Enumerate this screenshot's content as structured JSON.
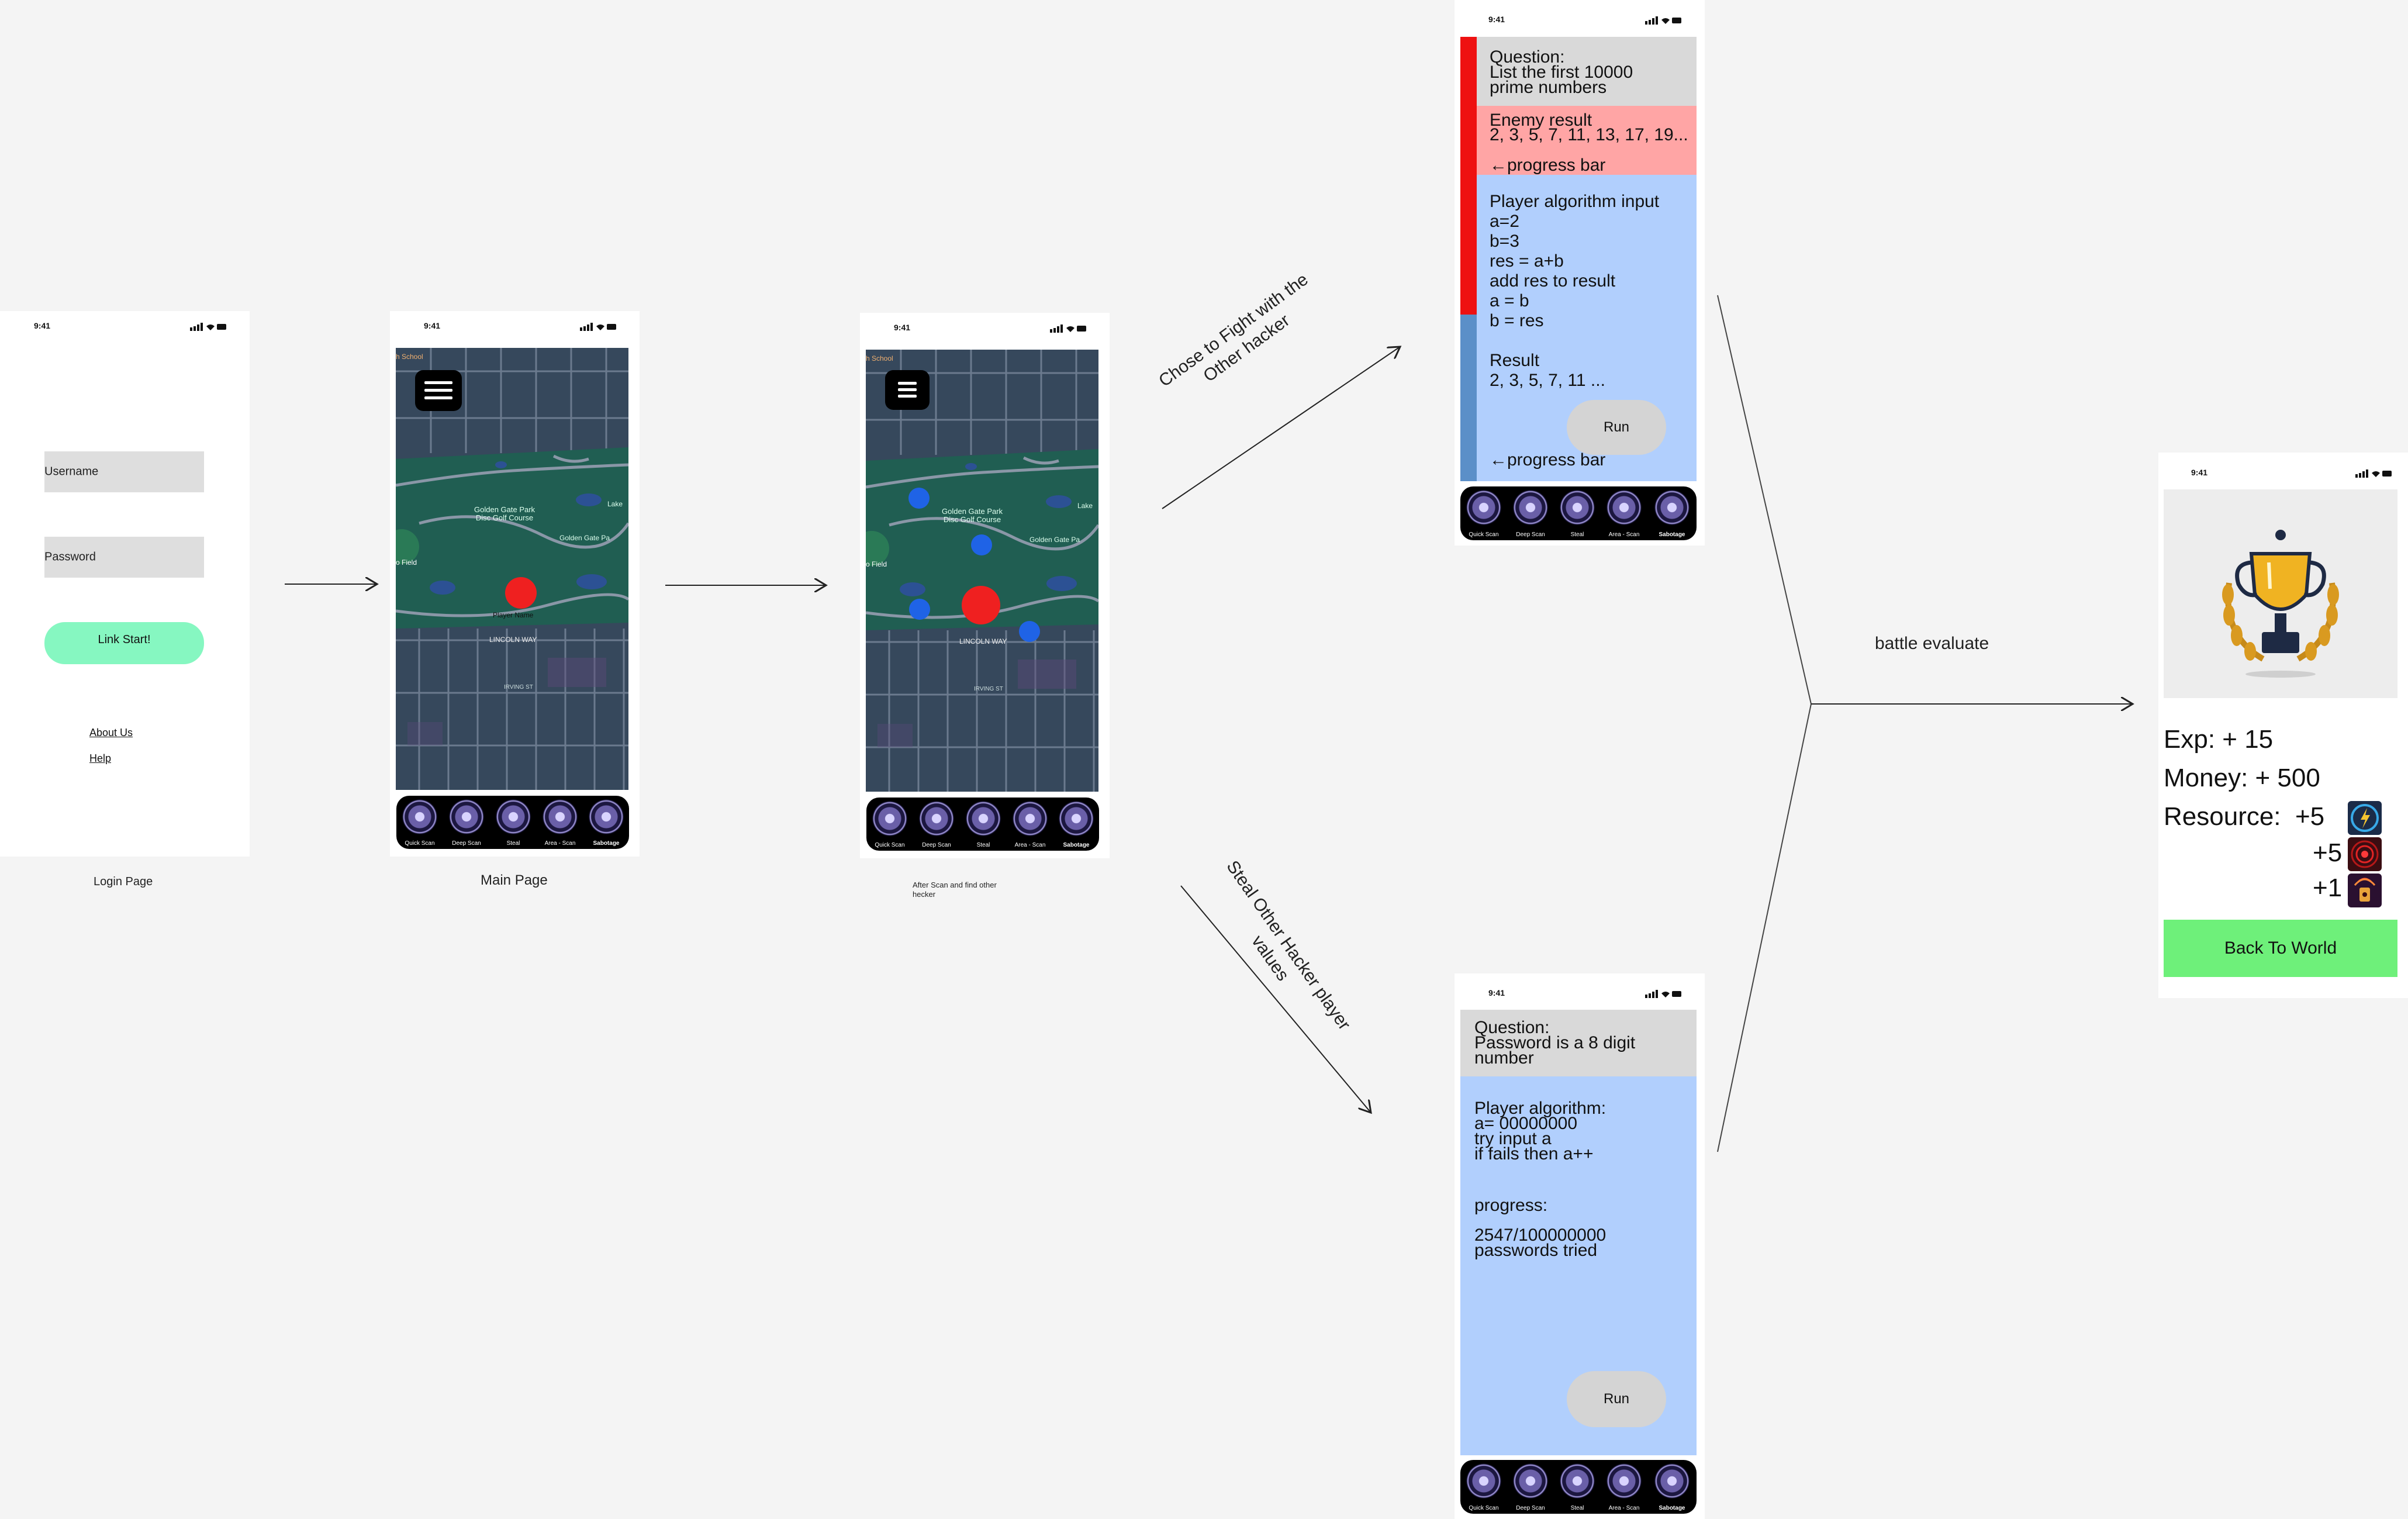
{
  "status_time": "9:41",
  "login": {
    "username_label": "Username",
    "password_label": "Password",
    "link_start_label": "Link Start!",
    "about_us_label": "About Us",
    "help_label": "Help",
    "caption": "Login Page"
  },
  "main": {
    "caption": "Main Page",
    "player_label": "Player Name",
    "map_labels": {
      "park": "Golden Gate Park\nDisc Golf Course",
      "lincoln": "LINCOLN WAY",
      "irving": "IRVING ST",
      "lake": "Lake",
      "golden_gate_pa": "Golden Gate Pa",
      "field": "o Field",
      "school": "h School"
    }
  },
  "scan": {
    "caption": "After Scan and find other\nhecker"
  },
  "nav": {
    "items": [
      "Quick Scan",
      "Deep Scan",
      "Steal",
      "Area - Scan",
      "Sabotage"
    ]
  },
  "arrows": {
    "fight_label": "Chose to Fight with the\nOther hacker",
    "steal_label": "Steal Other Hacker player\nvalues",
    "evaluate_label": "battle evaluate"
  },
  "fight": {
    "question": "Question:\nList the first 10000\nprime numbers",
    "enemy": "Enemy result\n2, 3, 5, 7, 11, 13, 17, 19...",
    "progress1": "←progress bar",
    "player_algo": "Player algorithm input\na=2\nb=3\nres = a+b\nadd res to result\na = b\nb = res",
    "result": "Result\n2, 3, 5, 7, 11 ...",
    "run_label": "Run",
    "progress2": "←progress bar",
    "enemy_progress": 0.64,
    "player_progress": 0.36
  },
  "steal": {
    "question": "Question:\nPassword is a 8 digit\nnumber",
    "algo": "Player algorithm:\na= 00000000\ntry input a\nif fails then a++",
    "progress_label": "progress:",
    "progress_value": "2547/100000000\npasswords tried",
    "run_label": "Run"
  },
  "reward": {
    "exp": "Exp: + 15",
    "money": "Money: + 500",
    "resource_label": "Resource:  +5",
    "res2": "+5",
    "res3": "+1",
    "back_label": "Back To World"
  },
  "colors": {
    "link_start": "#86f7c1",
    "player_dot": "#ef2020",
    "enemy_dot": "#1f63e6",
    "question_bg": "#d9d9d9",
    "enemy_bg": "#ffa5a5",
    "player_bg": "#b1cffd",
    "enemy_bar": "#ee1111",
    "player_bar": "#5b8fc8",
    "back_button": "#6ef07a"
  }
}
